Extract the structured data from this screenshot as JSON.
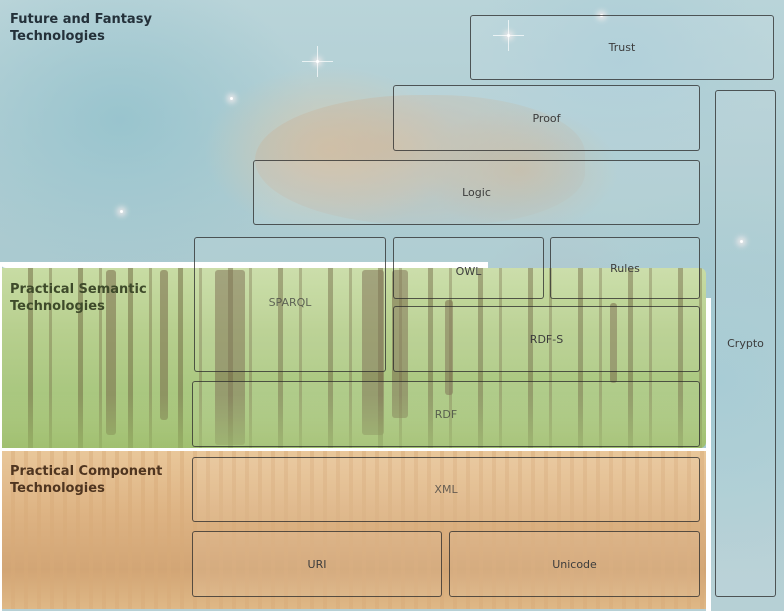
{
  "tiers": {
    "future": "Future and Fantasy\nTechnologies",
    "semantic": "Practical Semantic\nTechnologies",
    "component": "Practical Component\nTechnologies"
  },
  "layers": {
    "trust": "Trust",
    "proof": "Proof",
    "logic": "Logic",
    "sparql": "SPARQL",
    "owl": "OWL",
    "rules": "Rules",
    "rdfs": "RDF-S",
    "rdf": "RDF",
    "crypto": "Crypto",
    "xml": "XML",
    "uri": "URI",
    "unicode": "Unicode"
  },
  "colors": {
    "future_background": "space-nebula-teal",
    "semantic_background": "forest-green",
    "component_background": "cave-orange",
    "box_border": "#2a2a2a"
  }
}
